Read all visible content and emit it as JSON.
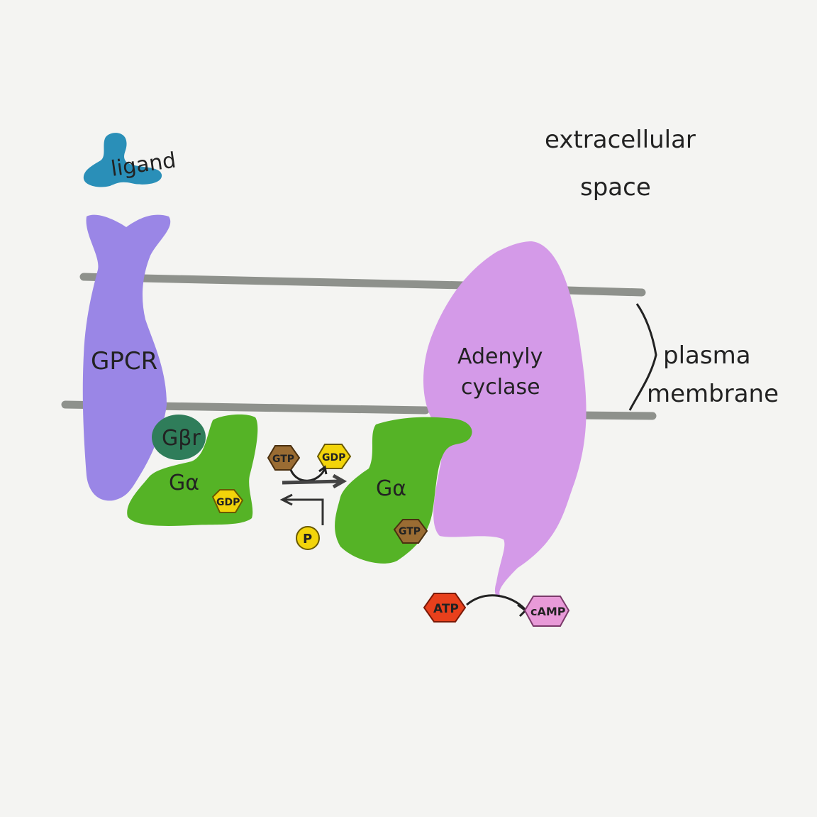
{
  "labels": {
    "ligand": "ligand",
    "extracellular_line1": "extracellular",
    "extracellular_line2": "space",
    "plasma_line1": "plasma",
    "plasma_line2": "membrane",
    "gpcr": "GPCR",
    "gbetagamma": "Gβr",
    "galpha_left": "Gα",
    "galpha_right": "Gα",
    "adenylyl_line1": "Adenyly",
    "adenylyl_line2": "cyclase",
    "gdp_left": "GDP",
    "gtp_center": "GTP",
    "gdp_center": "GDP",
    "p": "P",
    "gtp_right": "GTP",
    "atp": "ATP",
    "camp": "cAMP"
  },
  "colors": {
    "background": "#f4f4f2",
    "membrane": "#8e918c",
    "ligand": "#2a8fb8",
    "gpcr": "#9a86e6",
    "gbetagamma": "#2f7d5a",
    "galpha": "#55b326",
    "adenylyl_cyclase": "#d49ae8",
    "gdp": "#f2d40a",
    "gtp": "#9a6c33",
    "atp": "#e8401c",
    "camp": "#e89ad8",
    "ink": "#222222"
  }
}
